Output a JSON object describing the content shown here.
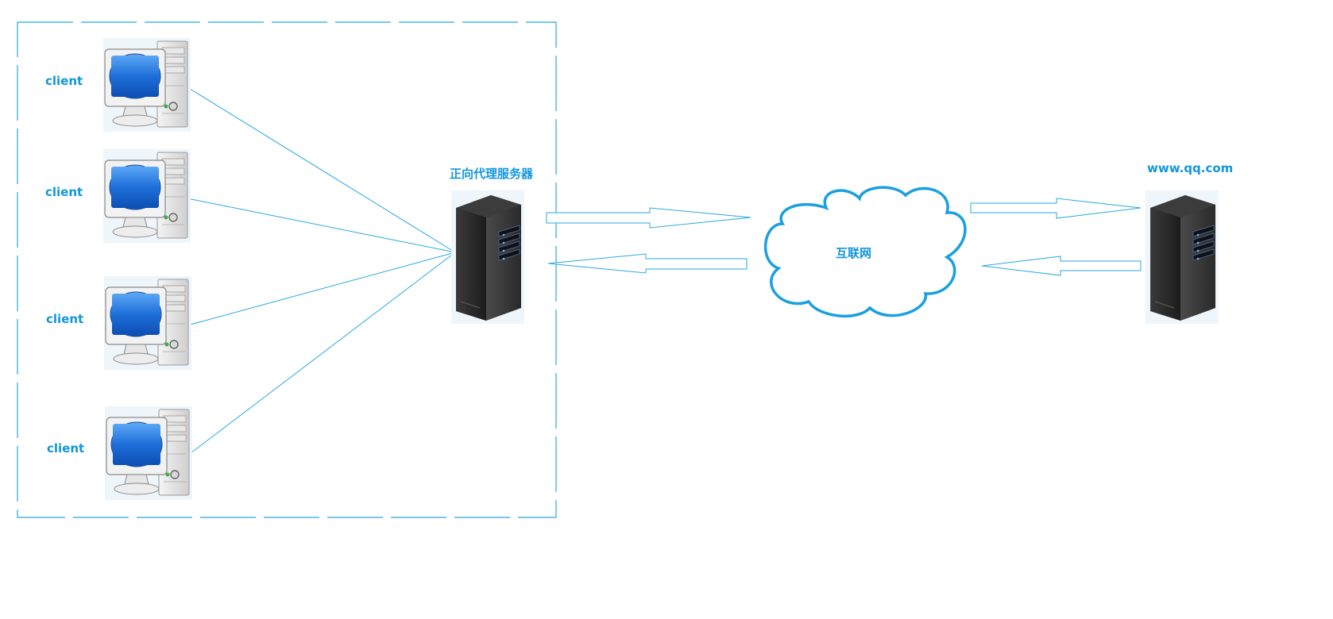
{
  "colors": {
    "accent": "#1296db",
    "line": "#29a8e0",
    "cloud_stroke": "#1a9fe0",
    "monitor_screen": "#1e6fd9",
    "server_body": "#2e2e2e"
  },
  "clients": [
    {
      "label": "client"
    },
    {
      "label": "client"
    },
    {
      "label": "client"
    },
    {
      "label": "client"
    }
  ],
  "proxy": {
    "label": "正向代理服务器",
    "icon": "server-icon"
  },
  "internet": {
    "label": "互联网",
    "icon": "cloud-icon"
  },
  "target": {
    "label": "www.qq.com",
    "icon": "server-icon"
  }
}
